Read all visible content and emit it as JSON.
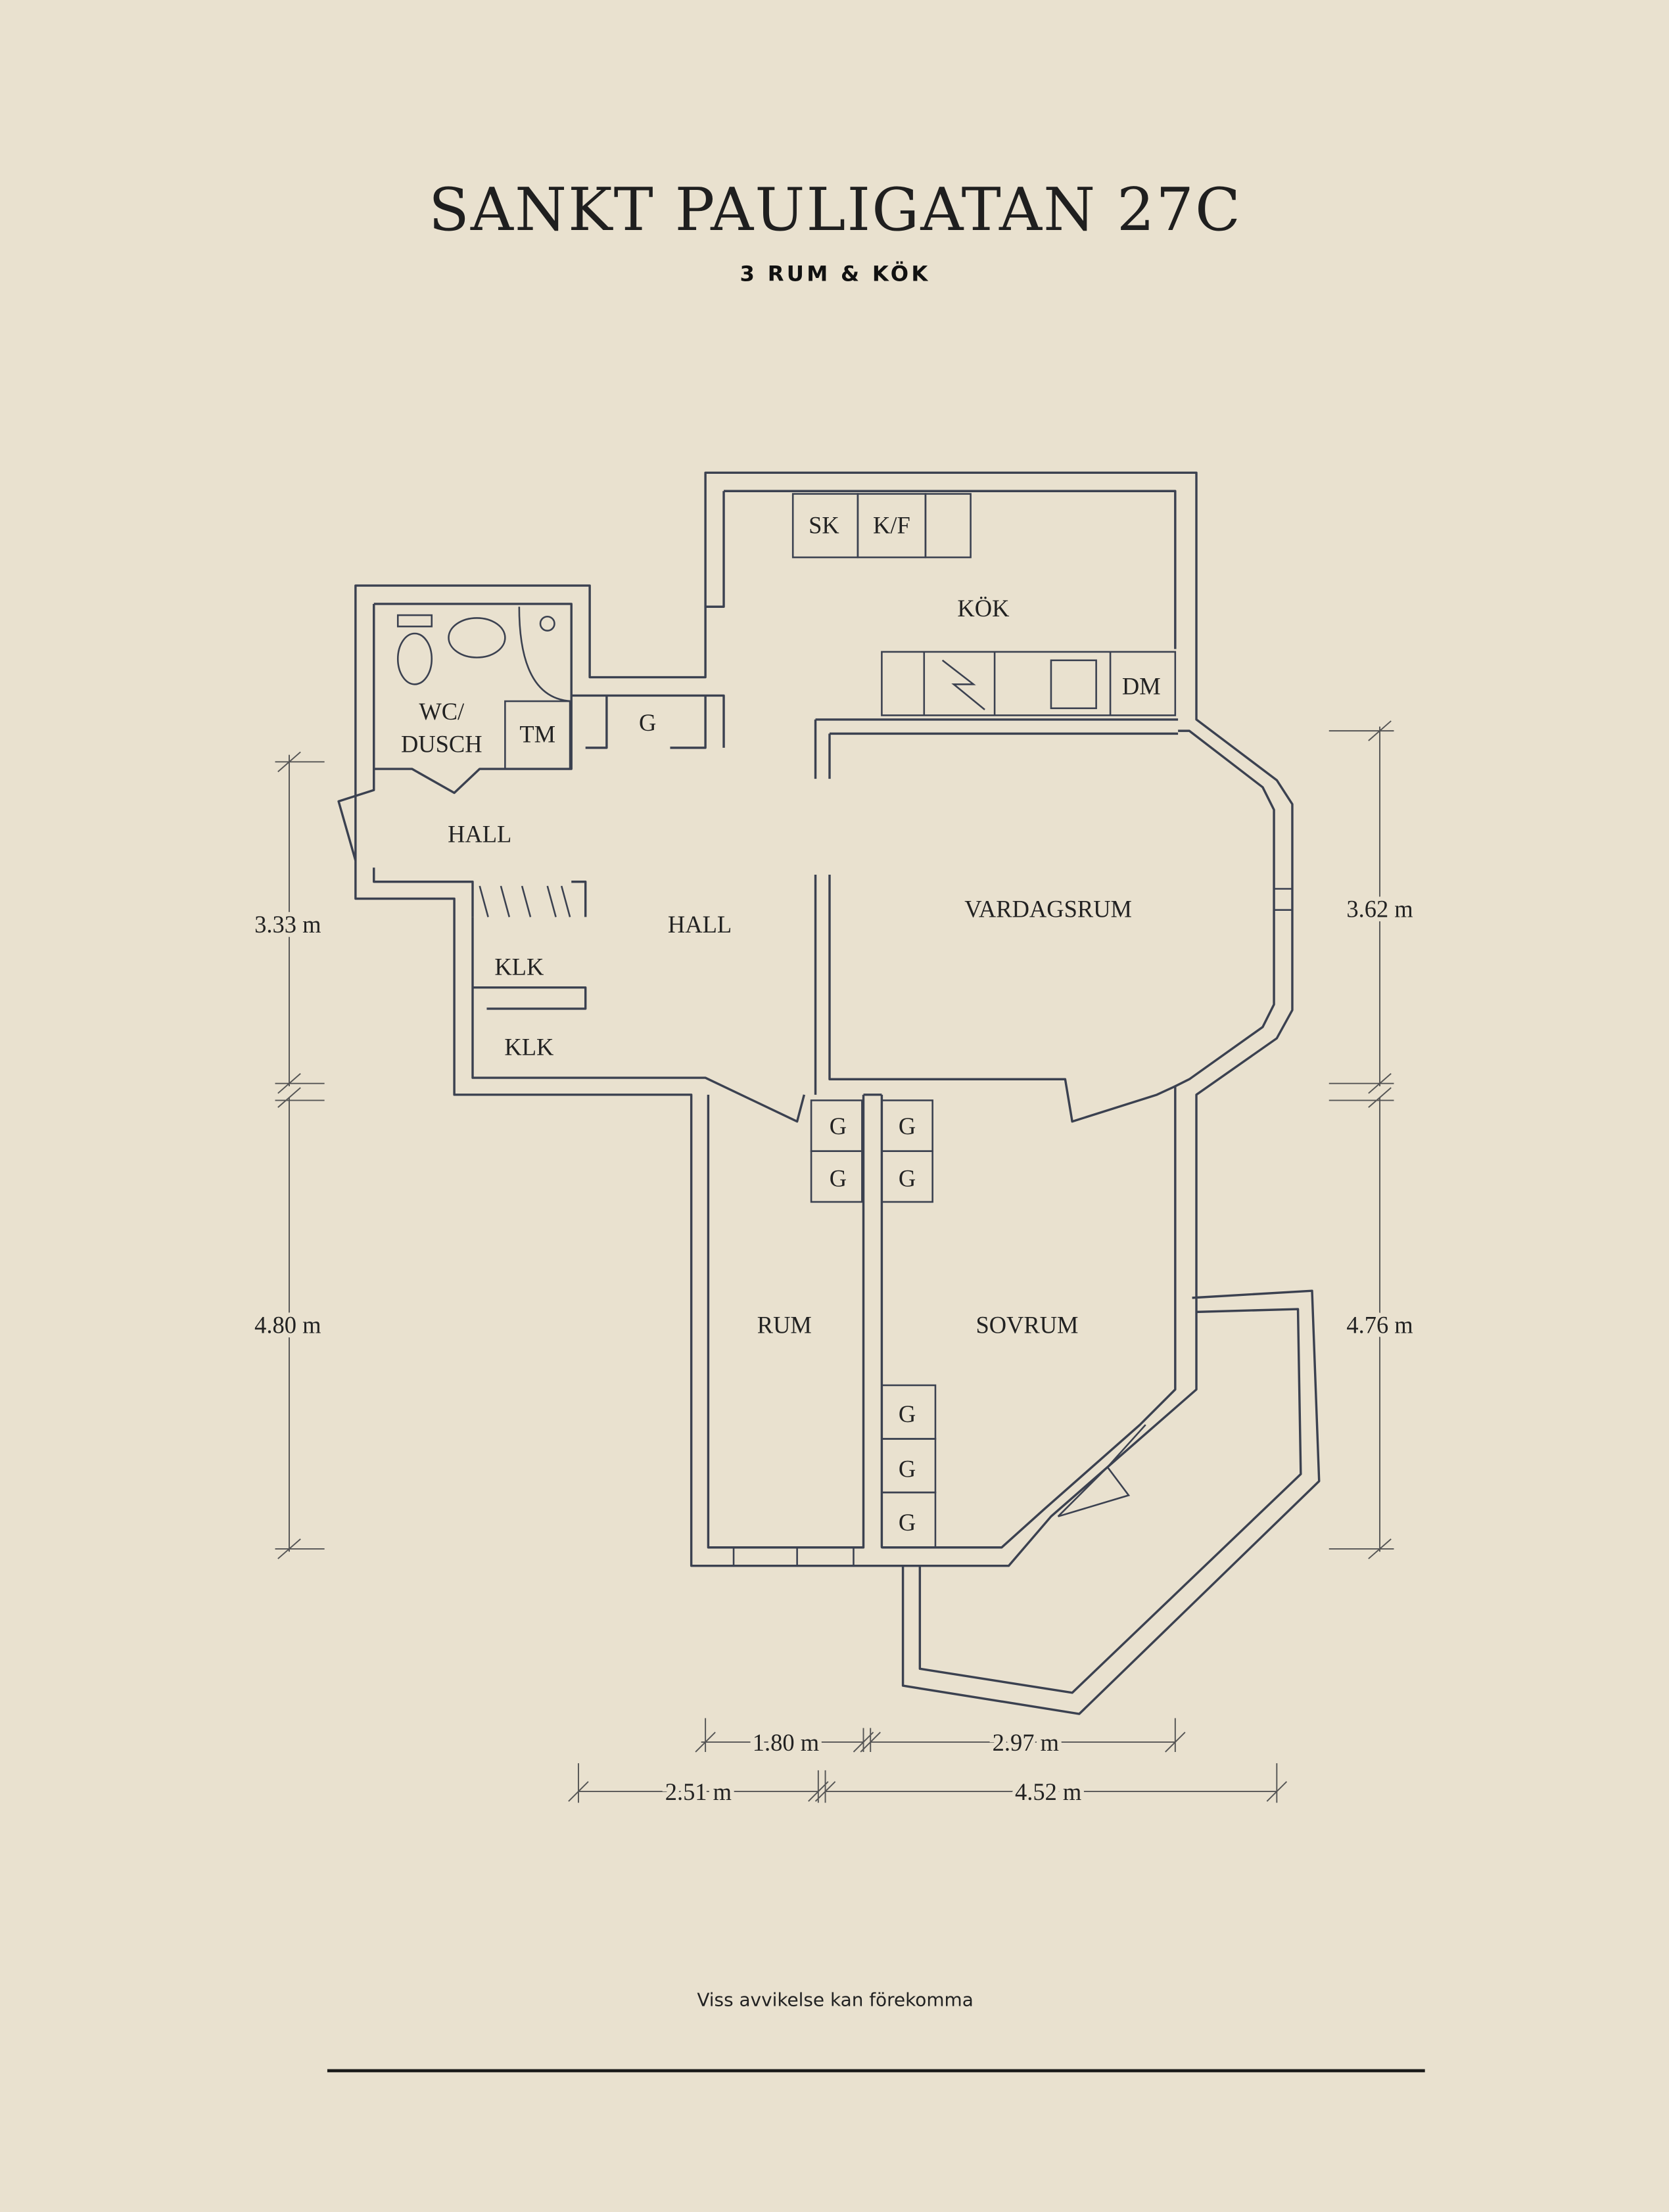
{
  "header": {
    "title": "SANKT PAULIGATAN 27C",
    "subtitle": "3 RUM & KÖK"
  },
  "rooms": {
    "sk": "SK",
    "kf": "K/F",
    "kok": "KÖK",
    "dm": "DM",
    "wc": "WC/",
    "dusch": "DUSCH",
    "tm": "TM",
    "g_hall": "G",
    "hall1": "HALL",
    "hall2": "HALL",
    "klk1": "KLK",
    "klk2": "KLK",
    "vardagsrum": "VARDAGSRUM",
    "rum": "RUM",
    "sovrum": "SOVRUM",
    "g1": "G",
    "g2": "G",
    "g3": "G",
    "g4": "G",
    "g5": "G",
    "g6": "G",
    "g7": "G"
  },
  "dimensions": {
    "left_upper": "3.33 m",
    "left_lower": "4.80 m",
    "right_upper": "3.62 m",
    "right_lower": "4.76 m",
    "bottom_1": "1.80 m",
    "bottom_2": "2.97 m",
    "bottom_3": "2.51 m",
    "bottom_4": "4.52 m"
  },
  "footer": {
    "disclaimer": "Viss avvikelse kan förekomma"
  }
}
